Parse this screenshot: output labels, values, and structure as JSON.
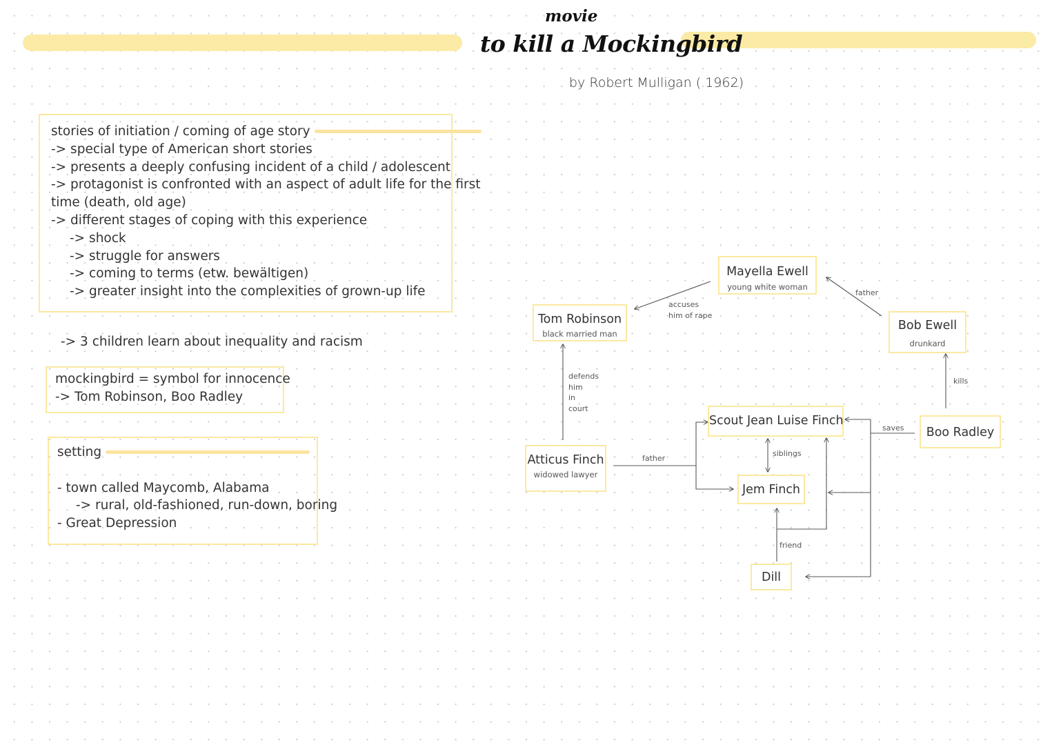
{
  "header": {
    "kicker": "movie",
    "title": "to kill a Mockingbird",
    "subtitle": "by Robert Mulligan ( 1962)"
  },
  "notes": {
    "initiation": {
      "heading": "stories of initiation / coming of age story",
      "lines": [
        "-> special type of American short stories",
        "-> presents a deeply confusing incident of a child / adolescent",
        "-> protagonist is confronted with an aspect of adult life for the first",
        "time (death, old age)",
        "-> different stages of coping with this experience"
      ],
      "stages": [
        "-> shock",
        "-> struggle for answers",
        "-> coming to terms (etw. bewältigen)",
        "-> greater insight into the complexities of grown-up life"
      ]
    },
    "children_line": "-> 3 children learn about inequality and racism",
    "mockingbird": {
      "line1": "mockingbird = symbol for innocence",
      "line2": "-> Tom Robinson, Boo Radley"
    },
    "setting": {
      "heading": "setting",
      "lines": [
        "- town called Maycomb, Alabama",
        "-> rural, old-fashioned, run-down, boring",
        "- Great Depression"
      ]
    }
  },
  "diagram": {
    "nodes": {
      "mayella": {
        "name": "Mayella Ewell",
        "desc": "young white woman"
      },
      "tom": {
        "name": "Tom Robinson",
        "desc": "black married man"
      },
      "bob": {
        "name": "Bob Ewell",
        "desc": "drunkard"
      },
      "atticus": {
        "name": "Atticus Finch",
        "desc": "widowed lawyer"
      },
      "scout": {
        "name": "Scout Jean Luise Finch"
      },
      "jem": {
        "name": "Jem Finch"
      },
      "boo": {
        "name": "Boo Radley"
      },
      "dill": {
        "name": "Dill"
      }
    },
    "edges": {
      "accuses": [
        "accuses",
        "him of rape"
      ],
      "father_bob": "father",
      "defends": [
        "defends",
        "him",
        "in",
        "court"
      ],
      "kills": "kills",
      "father_atticus": "father",
      "siblings": "siblings",
      "saves": "saves",
      "friend": "friend"
    }
  },
  "colors": {
    "highlight": "#fbeba6",
    "box_border": "#fbe9a0",
    "connector": "#555555"
  }
}
